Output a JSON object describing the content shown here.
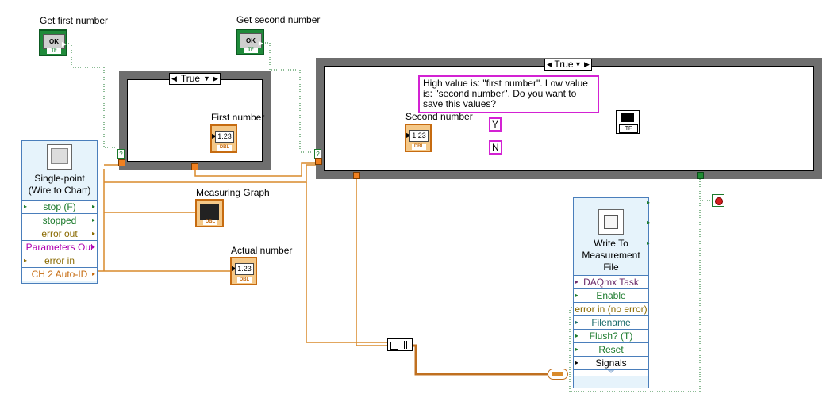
{
  "controls": {
    "get_first_number": {
      "label": "Get first number",
      "button_text": "OK",
      "type_tag": "TF"
    },
    "get_second_number": {
      "label": "Get second number",
      "button_text": "OK",
      "type_tag": "TF"
    }
  },
  "case_left": {
    "selector_value": "True"
  },
  "case_right": {
    "selector_value": "True"
  },
  "indicators": {
    "first_number": {
      "label": "First number",
      "value": "1.23",
      "type_tag": "DBL"
    },
    "second_number": {
      "label": "Second number",
      "value": "1.23",
      "type_tag": "DBL"
    },
    "measuring_graph": {
      "label": "Measuring Graph",
      "type_tag": "DBL"
    },
    "actual_number": {
      "label": "Actual number",
      "value": "1.23",
      "type_tag": "DBL"
    }
  },
  "dialog": {
    "message": "High value is: \"first number\". Low value is: \"second number\". Do you want to save this values?",
    "yes": "Y",
    "no": "N",
    "icon_tag": "TF"
  },
  "daq_vi": {
    "title": "Single-point (Wire to Chart)",
    "terminals": [
      "stop (F)",
      "stopped",
      "error out",
      "Parameters Out",
      "error in",
      "CH 2 Auto-ID"
    ]
  },
  "write_vi": {
    "title": "Write To Measurement File",
    "terminals": [
      "DAQmx Task",
      "Enable",
      "error in (no error)",
      "Filename",
      "Flush? (T)",
      "Reset",
      "Signals"
    ]
  },
  "colors": {
    "orange_wire": "#d98a2b",
    "green_wire": "#1b7a2c",
    "magenta_wire": "#c040c0",
    "case_border": "#6e6e6e"
  }
}
